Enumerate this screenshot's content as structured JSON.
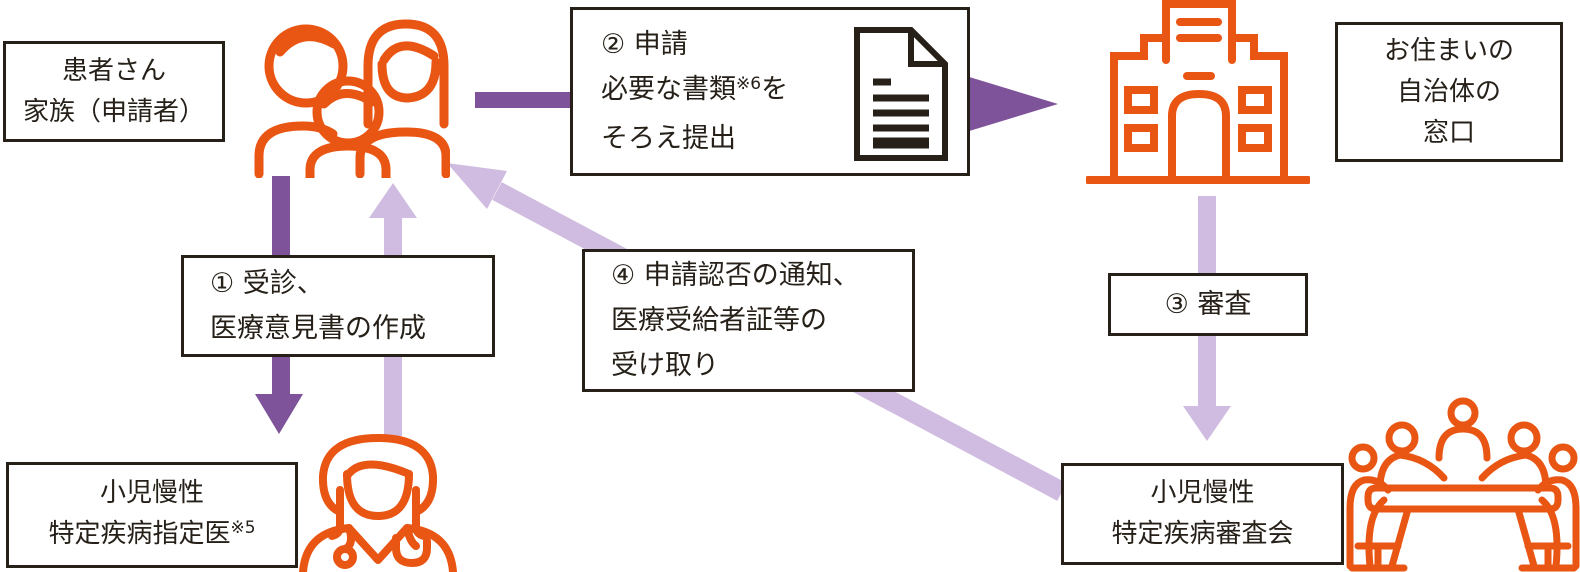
{
  "colors": {
    "orange": "#e95513",
    "ink": "#262019",
    "purple_dark": "#7e5399",
    "purple_light": "#cfbce0",
    "box_background": "#ffffff"
  },
  "nodes": {
    "family": {
      "line1": "患者さん",
      "line2": "家族（申請者）"
    },
    "municipality": {
      "line1": "お住まいの",
      "line2": "自治体の",
      "line3": "窓口"
    },
    "designated_doctor": {
      "line1": "小児慢性",
      "line2": "特定疾病指定医",
      "line2_note": "※5"
    },
    "review_board": {
      "line1": "小児慢性",
      "line2": "特定疾病審査会"
    }
  },
  "steps": {
    "step1": {
      "line1": "① 受診、",
      "line2": "医療意見書の作成"
    },
    "step2": {
      "line1": "② 申請",
      "line2_pre": "必要な書類",
      "line2_note": "※6",
      "line2_post": "を",
      "line3": "そろえ提出"
    },
    "step3": {
      "label": "③ 審査"
    },
    "step4": {
      "line1": "④ 申請認否の通知、",
      "line2": "医療受給者証等の",
      "line3": "受け取り"
    }
  },
  "icons": {
    "family": "family-icon",
    "document": "document-icon",
    "building": "municipality-building-icon",
    "doctor": "doctor-icon",
    "meeting": "review-board-meeting-icon"
  },
  "arrows": [
    {
      "name": "family-to-municipality",
      "color": "dark-purple",
      "direction": "right"
    },
    {
      "name": "family-to-doctor",
      "color": "dark-purple",
      "direction": "down"
    },
    {
      "name": "doctor-to-family",
      "color": "light-purple",
      "direction": "up"
    },
    {
      "name": "municipality-to-review-board",
      "color": "light-purple",
      "direction": "down"
    },
    {
      "name": "review-board-to-family",
      "color": "light-purple",
      "direction": "diagonal-up-left"
    }
  ]
}
